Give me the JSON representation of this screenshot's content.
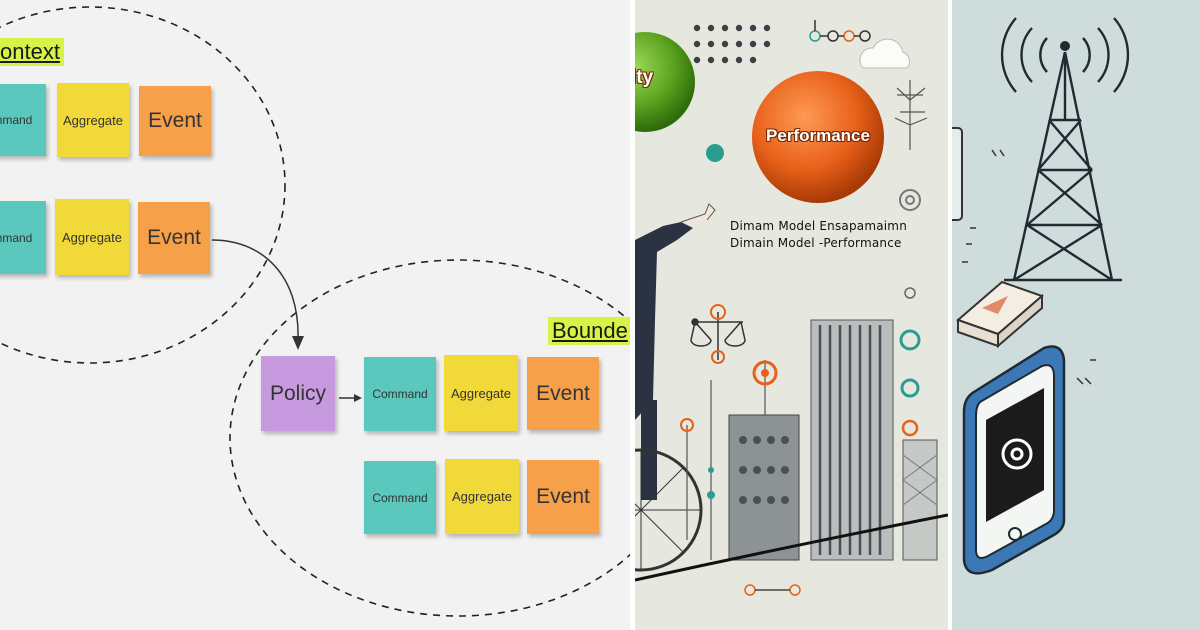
{
  "panel_a": {
    "context_label": "ontext",
    "bounded_label": "Bounde",
    "top_context": {
      "row1": {
        "command": "ommand",
        "aggregate": "Aggregate",
        "event": "Event"
      },
      "row2": {
        "command": "ommand",
        "aggregate": "Aggregate",
        "event": "Event"
      }
    },
    "bottom_context": {
      "policy": "Policy",
      "row1": {
        "command": "Command",
        "aggregate": "Aggregate",
        "event": "Event"
      },
      "row2": {
        "command": "Command",
        "aggregate": "Aggregate",
        "event": "Event"
      }
    },
    "colors": {
      "command": "#5bc8be",
      "aggregate": "#f2d93a",
      "event": "#f7a04a",
      "policy": "#c79ae0",
      "label_highlight": "#d9f248"
    }
  },
  "panel_b": {
    "green_ball_text": "ity",
    "orange_ball_text": "Performance",
    "caption_line1": "Dimam Model Ensapamaimn",
    "caption_line2": "Dimain Model -Performance",
    "colors": {
      "orange": "#e8611a",
      "green": "#5aa21f",
      "teal": "#2a9d8f"
    }
  },
  "panel_c": {
    "icons": [
      "radio-tower-icon",
      "smartphone-icon",
      "target-icon",
      "card-stack-icon"
    ]
  }
}
